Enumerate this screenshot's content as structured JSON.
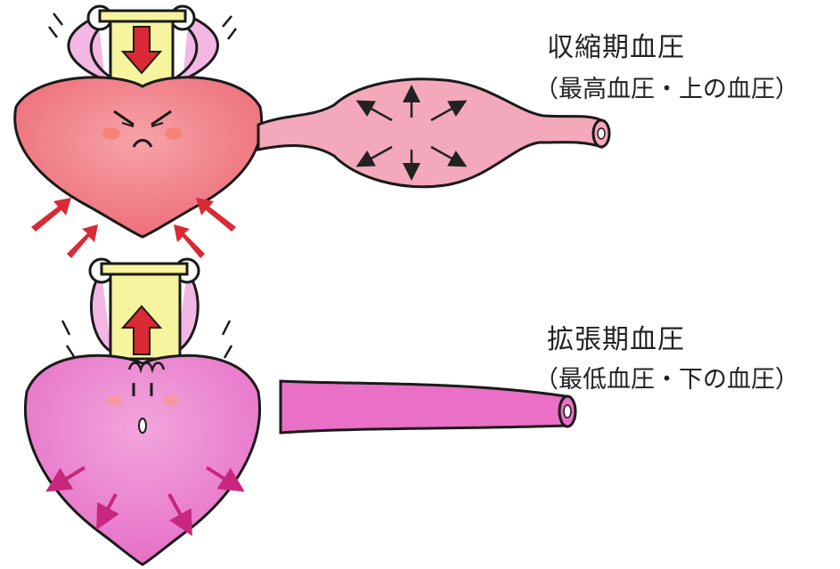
{
  "systolic": {
    "title": "収縮期血圧",
    "subtitle": "（最高血圧・上の血圧）"
  },
  "diastolic": {
    "title": "拡張期血圧",
    "subtitle": "（最低血圧・下の血圧）"
  },
  "colors": {
    "systolic_heart": "#f0707c",
    "diastolic_heart": "#e870c8",
    "force_arrow": "#d92a35",
    "expand_arrow": "#c8267f",
    "plunger": "#f7f4a0",
    "outline": "#1a1a1a"
  }
}
